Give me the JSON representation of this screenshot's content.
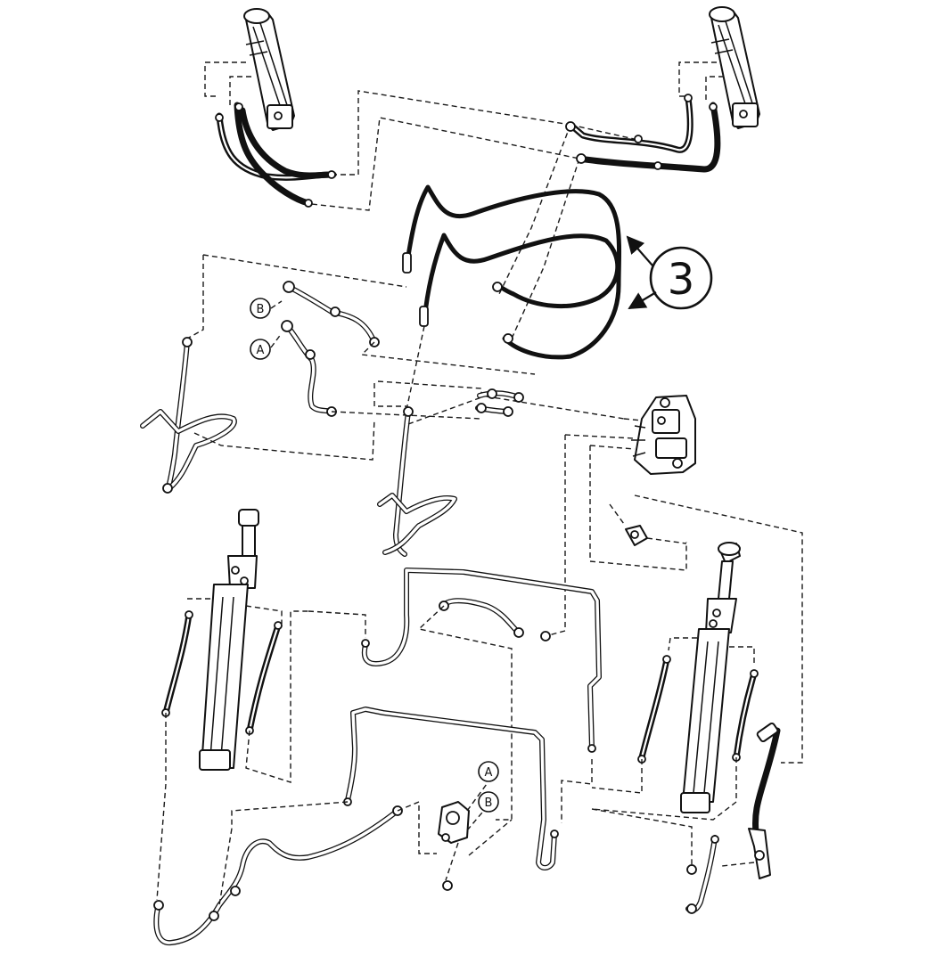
{
  "callout": {
    "number": "3"
  },
  "markers": {
    "b_top": "B",
    "a_top": "A",
    "a_bottom": "A",
    "b_bottom": "B"
  }
}
